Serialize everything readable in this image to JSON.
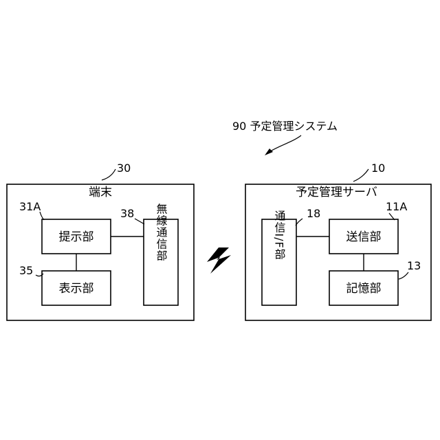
{
  "system": {
    "ref_label": "90 予定管理システム"
  },
  "terminal": {
    "ref": "30",
    "title": "端末",
    "presenter": {
      "ref": "31A",
      "label": "提示部"
    },
    "display": {
      "ref": "35",
      "label": "表示部"
    },
    "wireless": {
      "ref": "38",
      "label": "無線通信部"
    }
  },
  "server": {
    "ref": "10",
    "title": "予定管理サーバ",
    "comm_if": {
      "ref": "18",
      "label": "通信I/F部"
    },
    "sender": {
      "ref": "11A",
      "label": "送信部"
    },
    "storage": {
      "ref": "13",
      "label": "記憶部"
    }
  },
  "colors": {
    "stroke": "#000000",
    "background": "#ffffff"
  }
}
